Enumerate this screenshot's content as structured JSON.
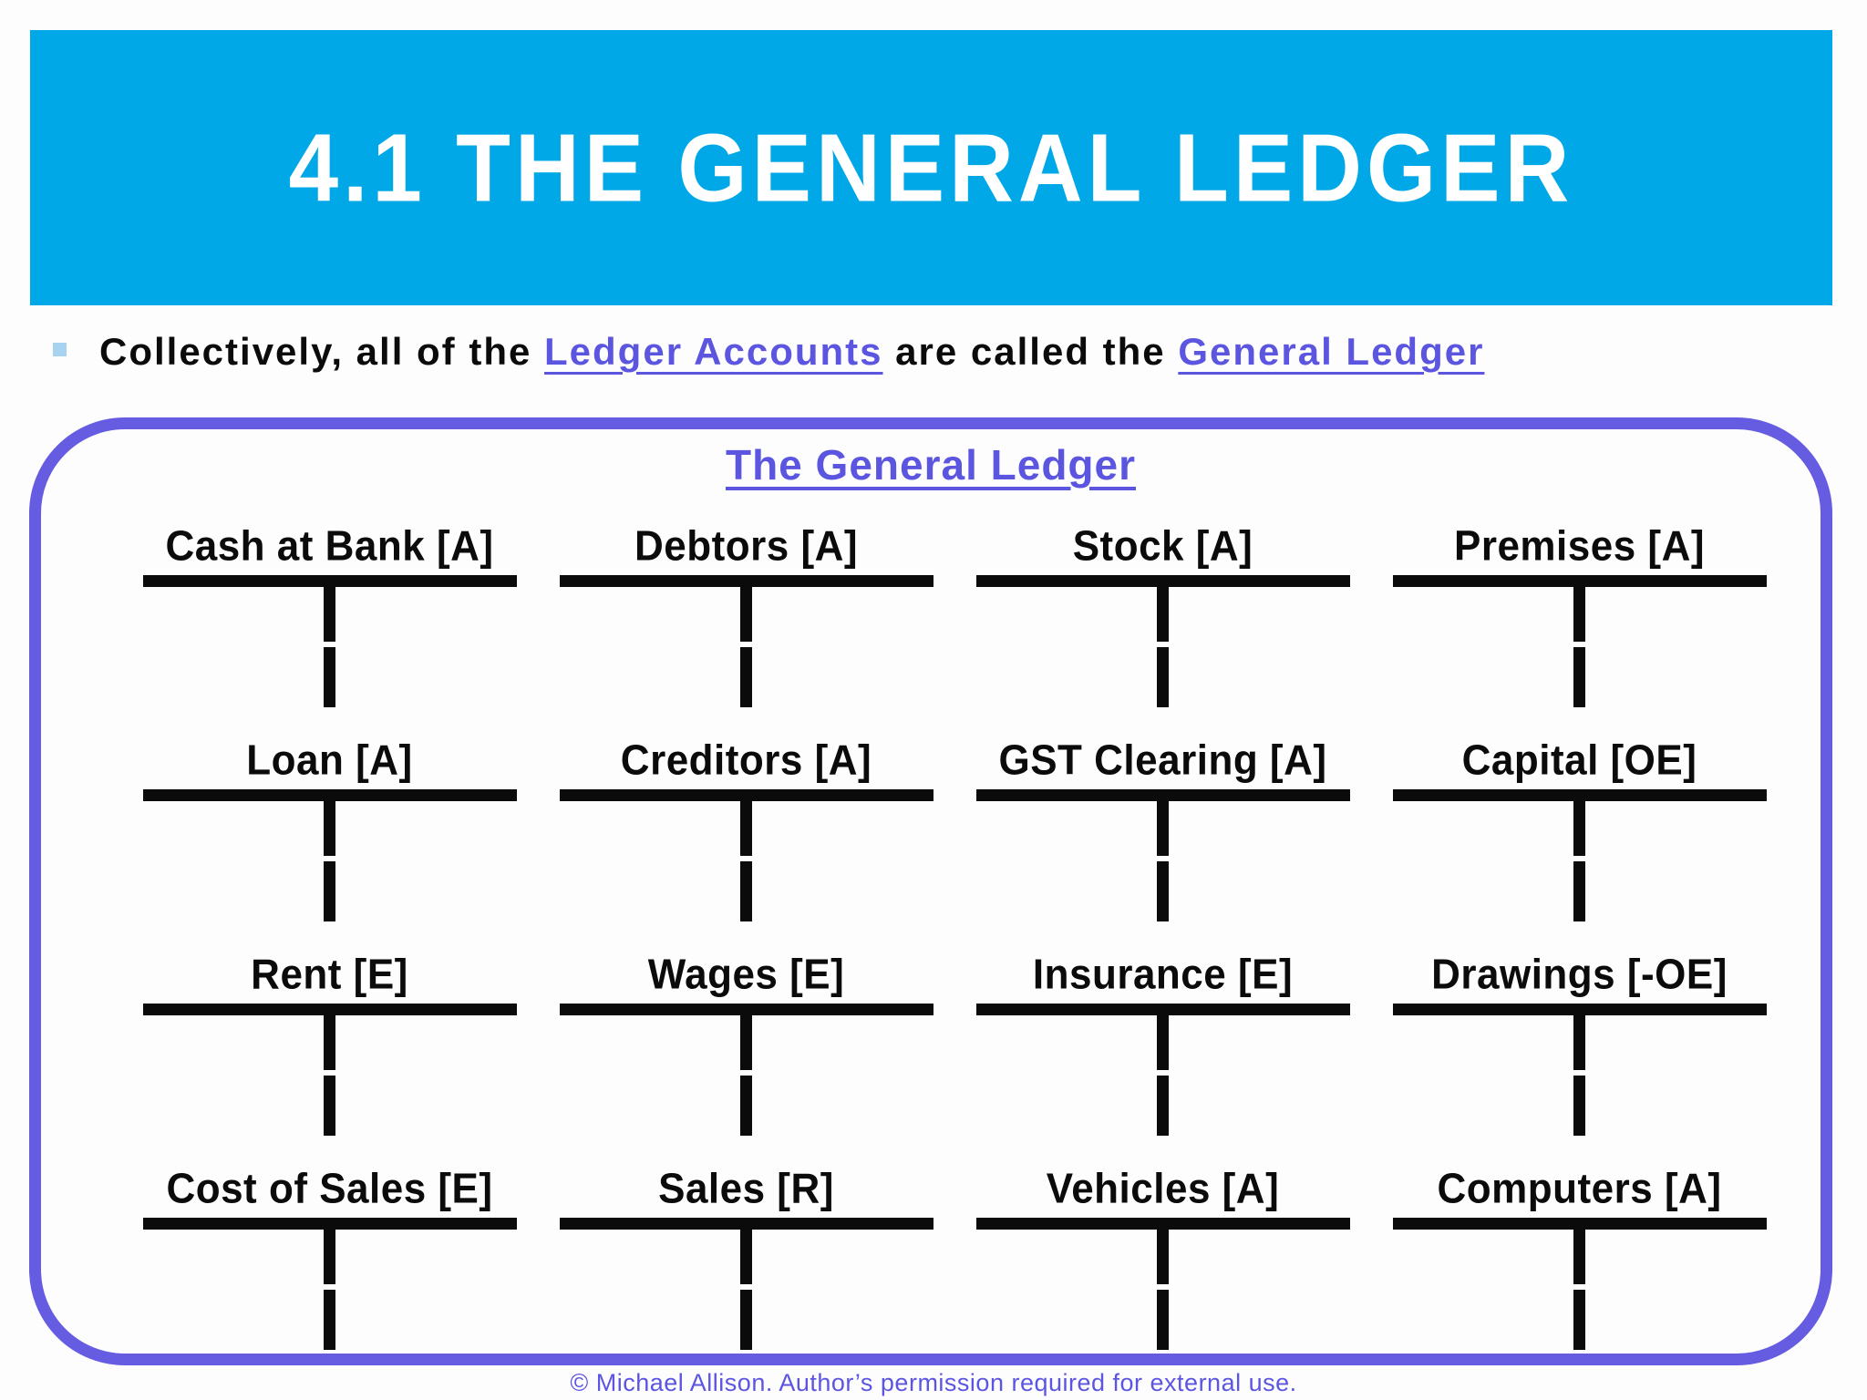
{
  "slide": {
    "title": "4.1 THE GENERAL LEDGER",
    "bullet": {
      "prefix": "Collectively, all of the ",
      "link1": "Ledger Accounts",
      "middle": " are called the ",
      "link2": "General Ledger"
    },
    "diagram": {
      "heading": "The General Ledger",
      "rows": [
        [
          "Cash at Bank [A]",
          "Debtors [A]",
          "Stock [A]",
          "Premises [A]"
        ],
        [
          "Loan [A]",
          "Creditors [A]",
          "GST Clearing [A]",
          "Capital [OE]"
        ],
        [
          "Rent [E]",
          "Wages [E]",
          "Insurance [E]",
          "Drawings [-OE]"
        ],
        [
          "Cost of Sales [E]",
          "Sales [R]",
          "Vehicles [A]",
          "Computers [A]"
        ]
      ]
    },
    "footer": "© Michael Allison. Author’s permission required for external use.",
    "colors": {
      "banner_background": "#00A8E8",
      "accent_text": "#5B55E0",
      "box_border": "#655CE1",
      "bullet_square": "#A8D3F0",
      "ink": "#0B0B0B"
    }
  }
}
